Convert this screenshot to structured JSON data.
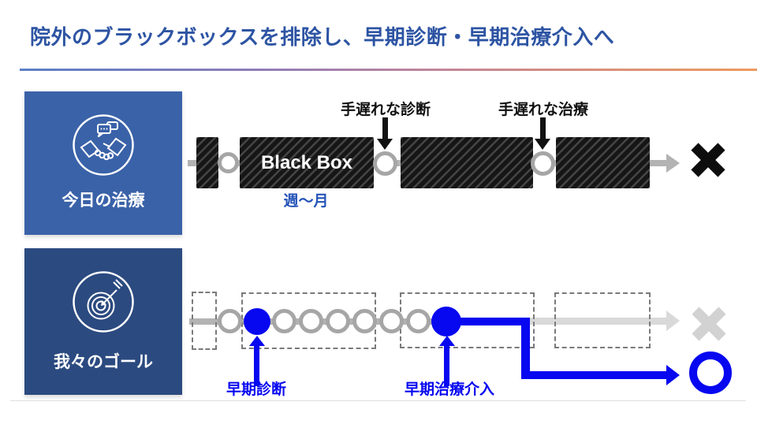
{
  "slide": {
    "title": "院外のブラックボックスを排除し、早期診断・早期治療介入へ"
  },
  "colors": {
    "title_blue": "#2D54A3",
    "row1_panel_blue": "#3A62A8",
    "row2_panel_navy": "#2B4A80",
    "accent_blue": "#0707F0",
    "duration_text_blue": "#2453B8",
    "line_gray": "#B3B3B3",
    "faded_gray": "#D9D9D9",
    "hatch_black": "#161616",
    "black": "#111111"
  },
  "row1": {
    "panel_label": "今日の治療",
    "panel_icon": "handshake-icon",
    "black_box_label": "Black Box",
    "duration_label": "週〜月",
    "late_diagnosis_label": "手遅れな診断",
    "late_treatment_label": "手遅れな治療",
    "outcome_icon": "x-mark-icon"
  },
  "row2": {
    "panel_label": "我々のゴール",
    "panel_icon": "target-icon",
    "early_diagnosis_label": "早期診断",
    "early_treatment_label": "早期治療介入",
    "outcome_fail_icon": "x-mark-gray-icon",
    "outcome_success_icon": "success-ring-icon"
  }
}
